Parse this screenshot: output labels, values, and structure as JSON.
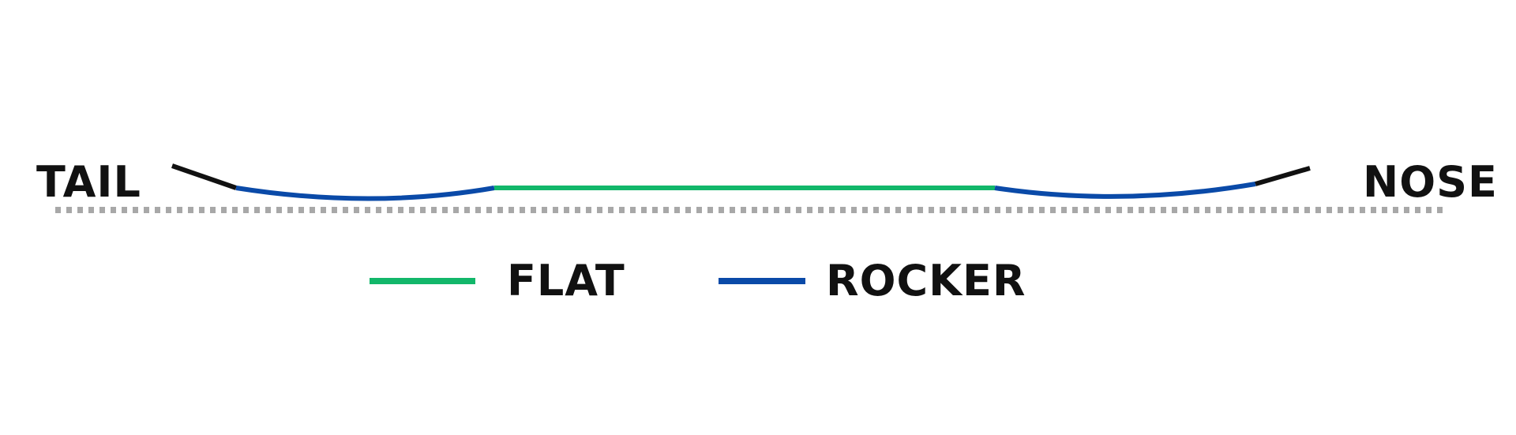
{
  "labels": {
    "tail": "TAIL",
    "nose": "NOSE"
  },
  "legend": [
    {
      "key": "flat",
      "label": "FLAT",
      "color": "#12b76a"
    },
    {
      "key": "rocker",
      "label": "ROCKER",
      "color": "#0a4aa8"
    }
  ],
  "colors": {
    "tip": "#111111",
    "baseline": "#a8a8a8",
    "flat": "#12b76a",
    "rocker": "#0a4aa8"
  }
}
